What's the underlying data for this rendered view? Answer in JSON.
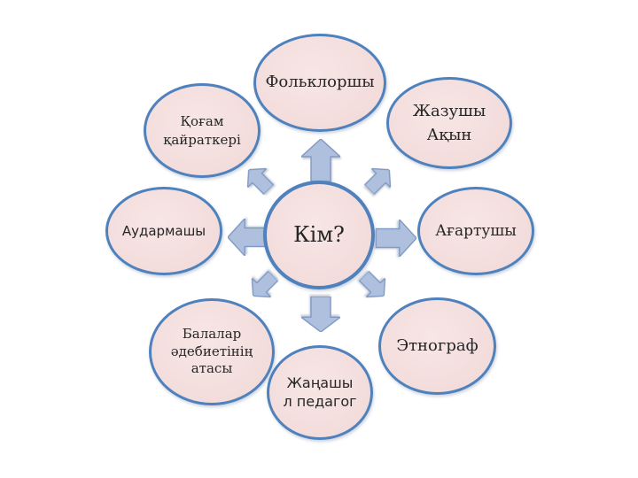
{
  "diagram": {
    "center": {
      "label": "Кім?"
    },
    "nodes": [
      {
        "name": "folklorist",
        "lines": [
          "Фольклоршы"
        ]
      },
      {
        "name": "writer-poet",
        "lines": [
          "Жазушы",
          "Ақын"
        ]
      },
      {
        "name": "educator",
        "lines": [
          "Ағартушы"
        ]
      },
      {
        "name": "ethnographer",
        "lines": [
          "Этнограф"
        ]
      },
      {
        "name": "innovative-pedagogue",
        "lines": [
          "Жаңашы",
          "л педагог"
        ]
      },
      {
        "name": "father-of-childrens-literature",
        "lines": [
          "Балалар",
          "әдебиетінің",
          "атасы"
        ]
      },
      {
        "name": "translator",
        "lines": [
          "Аудармашы"
        ]
      },
      {
        "name": "public-figure",
        "lines": [
          "Қоғам",
          "қайраткері"
        ]
      }
    ],
    "arrows": [
      "up",
      "up-right",
      "right",
      "down-right",
      "down",
      "down-left",
      "left",
      "up-left"
    ],
    "colors": {
      "node_fill": "#f2dcdb",
      "node_border": "#4f81bd",
      "arrow_fill": "#aec0dd",
      "arrow_border": "#8099c4",
      "text": "#262626"
    }
  }
}
